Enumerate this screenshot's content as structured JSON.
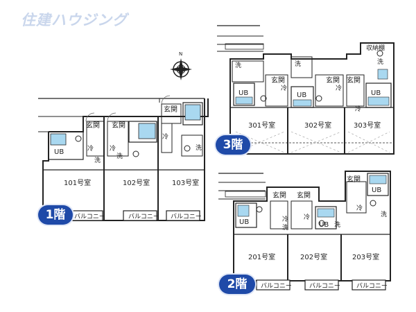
{
  "watermark": "住建ハウジング",
  "compass_north": "N",
  "labels": {
    "entrance": "玄関",
    "unit_bath": "UB",
    "fridge": "冷",
    "washer": "洗",
    "balcony": "バルコニー",
    "storage": "収納棚"
  },
  "floors": [
    {
      "badge": "1階",
      "rooms": [
        "101号室",
        "102号室",
        "103号室"
      ]
    },
    {
      "badge": "2階",
      "rooms": [
        "201号室",
        "202号室",
        "203号室"
      ]
    },
    {
      "badge": "3階",
      "rooms": [
        "301号室",
        "302号室",
        "303号室"
      ]
    }
  ],
  "colors": {
    "badge": "#1f4aa8",
    "bath": "#a9d8f0",
    "wall": "#222222",
    "watermark": "#c9d6ec"
  }
}
